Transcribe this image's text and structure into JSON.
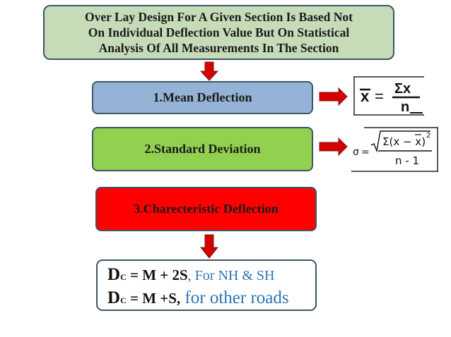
{
  "top": {
    "line1": "Over Lay Design For A Given Section  Is Based Not",
    "line2": "On Individual Deflection Value But On Statistical",
    "line3": "Analysis Of All Measurements In The Section"
  },
  "steps": {
    "mean": "1.Mean Deflection",
    "std": "2.Standard Deviation",
    "char": "3.Charecteristic Deflection"
  },
  "mean_formula": {
    "lhs": "x",
    "eq": "=",
    "num": "Σx",
    "den": "n"
  },
  "std_formula": {
    "lhs": "σ",
    "eq": "=",
    "num": "Σ(x − x)",
    "exp": "2",
    "den": "n - 1"
  },
  "result": {
    "l1_d": "D",
    "l1_c": "C",
    "l1_eq": " = M + 2S",
    "l1_sep": ",",
    "l1_tail": " For NH & SH",
    "l2_d": "D",
    "l2_c": "C",
    "l2_eq": " = M +S,",
    "l2_tail": " for other roads"
  },
  "colors": {
    "top_fill": "#c6dcb8",
    "mean_fill": "#94b3d6",
    "std_fill": "#92d050",
    "char_fill": "#ff0000",
    "arrow_fill": "#d40000",
    "blue_text": "#2e74b5",
    "border": "#3d5566"
  }
}
